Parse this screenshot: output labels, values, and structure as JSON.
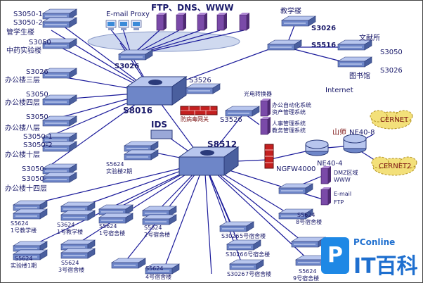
{
  "labels": {
    "s3050_top": "S3050-1",
    "s3050_top2": "S3050-2",
    "s3050_top_dorm": "管学生楼",
    "s3050_r2": "S3050",
    "building_r2": "中药实验楼",
    "s3026_a": "S3026",
    "building_a": "办公楼三层",
    "s3050_r4": "S3050",
    "building_r4": "办公楼四层",
    "s3050_r5": "S3050",
    "building_r5": "办公楼八层",
    "s3050_r6a": "S3050-1",
    "s3050_r6b": "S3050-2",
    "building_r6": "办公楼十层",
    "s3050_r7a": "S3050-",
    "s3050_r7b": "S3050-",
    "building_r7": "办公楼十四层",
    "servers_title": "FTP、DNS、WWW",
    "email_proxy": "E-mail  Proxy",
    "s3026_mid": "S3026",
    "s8016": "S8016",
    "s3526": "S3526",
    "s8512": "S8512",
    "ids": "IDS",
    "s3526_2": "S3526",
    "firewall_label": "防病毒网关",
    "switch_room": "光电转换器",
    "office_auto": "办公自动化系统",
    "office_auto2": "资产管理系统",
    "personnel": "人事管理系统",
    "personnel2": "教务管理系统",
    "science_building": "教学楼",
    "s3026_right": "S3026",
    "s5516": "S5516",
    "literature": "文献所",
    "s3050_right": "S3050",
    "library": "图书馆",
    "s3026_lib": "S3026",
    "internet": "Internet",
    "ngfw": "NGFW4000",
    "ne40": "NE40-8",
    "ne40_left": "山师",
    "ne404": "NE40-4",
    "cernet1": "CERNET",
    "cernet2": "CERNET2",
    "dmz": "DMZ区域",
    "www": "WWW",
    "email_ftp": "E-mail",
    "ftp": "FTP",
    "s3624_a": "S5624",
    "lab_a": "实验楼2期",
    "bl1a": "S5624",
    "bl1b": "1号教学楼",
    "bl2a": "S3624",
    "bl2b": "1号教学楼",
    "bl3a": "S5624",
    "bl3b": "1号宿舍楼",
    "bl4a": "S5624",
    "bl4b": "2号宿舍楼",
    "bl5a": "S5624",
    "bl5b": "实验楼1期",
    "bl6a": "S5624",
    "bl6b": "3号宿舍楼",
    "bl7a": "S5624",
    "bl7b": "4号宿舍楼",
    "bl8a": "S3026",
    "bl8b": "5号宿舍楼",
    "bl9a": "S3026",
    "bl9b": "6号宿舍楼",
    "bl10a": "S3026",
    "bl10b": "7号宿舍楼",
    "bl11a": "S5624",
    "bl11b": "8号宿舍楼",
    "bl12a": "S5624",
    "bl12b": "9号宿舍楼"
  },
  "logo": {
    "box": "P",
    "small": "PConline",
    "big": "IT百科"
  },
  "colors": {
    "line": "#1a1a9a",
    "switch_face": "#6e86c8",
    "switch_top": "#b8c6ee",
    "server": "#7a4aa8",
    "firewall": "#c42020",
    "cloud": "#f3e07a",
    "ellipse": "#cfd9ef"
  }
}
